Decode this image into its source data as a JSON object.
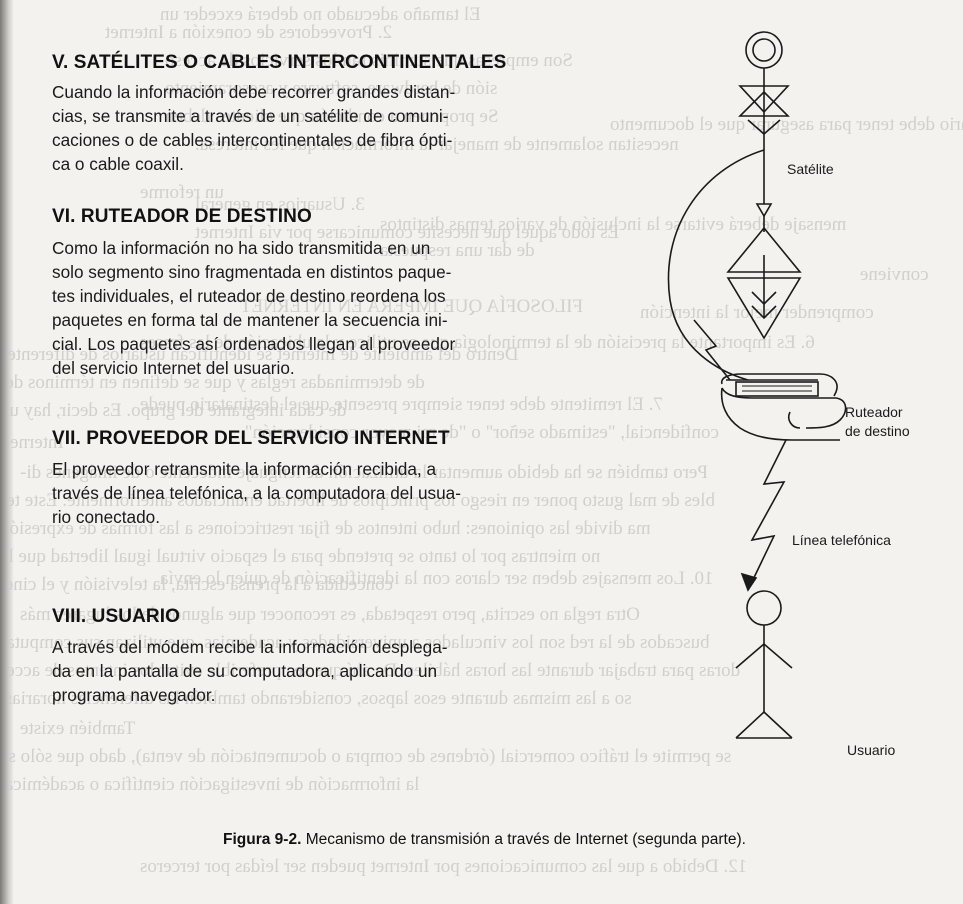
{
  "sections": [
    {
      "heading": "V. SATÉLITES O CABLES INTERCONTINENTALES",
      "lines": [
        "Cuando la información debe recorrer grandes distan-",
        "cias, se transmite a través de un satélite de comuni-",
        "caciones o de cables intercontinentales de fibra ópti-",
        "ca o cable coaxil."
      ]
    },
    {
      "heading": "VI. RUTEADOR DE DESTINO",
      "lines": [
        "Como la información no ha sido transmitida en un",
        "solo segmento sino fragmentada en distintos paque-",
        "tes individuales, el ruteador de destino reordena los",
        "paquetes en forma tal de mantener la secuencia ini-",
        "cial. Los paquetes así ordenados llegan al proveedor",
        "del servicio Internet del usuario."
      ]
    },
    {
      "heading": "VII. PROVEEDOR DEL SERVICIO INTERNET",
      "lines": [
        "El proveedor retransmite la información recibida, a",
        "través de línea telefónica, a la computadora del usua-",
        "rio conectado."
      ]
    },
    {
      "heading": "VIII. USUARIO",
      "lines": [
        "A través del módem recibe la información desplega-",
        "da en la pantalla de su computadora, aplicando un",
        "programa navegador."
      ]
    }
  ],
  "diagram_labels": {
    "satellite": "Satélite",
    "router_line1": "Ruteador",
    "router_line2": "de destino",
    "phone_line": "Línea telefónica",
    "user": "Usuario"
  },
  "caption": {
    "number": "Figura 9-2.",
    "text": " Mecanismo de transmisión a través de Internet (segunda parte)."
  },
  "bleed_through": [
    "2.   Proveedores de conexión a Internet",
    "Son empresas que suministran los servicios de acceso",
    "sión de hardware, software y asesoramiento",
    "Se proponen a condición que clientes deben",
    "necesitan solamente de manejar la información que les interesa.",
    "3.   Usuarios en general",
    "Es todo aquel que necesite comunicarse por vía Internet",
    "FILOSOFÍA QUE IMPERA EN INTERNET",
    "Dentro del ambiente de Internet se identifican usuarios de diferentes",
    "de determinadas reglas y que se definen en términos del",
    "de cada integrante del grupo. Es decir, hay un",
    "Internet.",
    "Pero también se ha debido aumentar la utilización de lenguaje indecente o de imágenes di-",
    "bles de mal gusto poner en riesgo los principios de libertad enunciados anteriormente. Este te-",
    "ma divide las opiniones: hubo intentos de fijar restricciones a las formas de expresión",
    "no mientras por lo tanto se pretende para el espacio virtual igual libertad que la",
    "concedida a la prensa escrita, la televisión y el cine.",
    "Otra regla no escrita, pero respetada, es reconocer que algunos de los lugares más",
    "buscados de la red son los vinculados a universidades y academias, que utilizan sus computa-",
    "doras para trabajar durante las horas hábiles. De ahí que sea preferible evitar los intentos de acce-",
    "so a las mismas durante esos lapsos, considerando también las diferencias horarias.",
    "También existe",
    "se permite el tráfico comercial (órdenes de compra o documentación de venta), dado que sólo se",
    "la información de investigación científica o académica.",
    "El tamaño adecuado no deberá exceder un",
    "lo que el usuario debe tener para asegurar que el documento",
    "un reforme",
    "mensaje deberá evitarse la inclusión de varios temas distintos",
    "de dar una respuesta",
    "conviene",
    "comprender mejor la intención",
    "6.  Es importante la precisión de la terminología que se utilice y la ubicación de las frases",
    "7.  El remitente debe tener siempre presente que el destinatario puede",
    "confidencial, \"estimado señor\" o \"de mi mayor consideración\".",
    "10. Los mensajes deben ser claros con la identificación de quien lo envía",
    "12. Debido a que las comunicaciones por Internet pueden ser leídas por terceros"
  ]
}
